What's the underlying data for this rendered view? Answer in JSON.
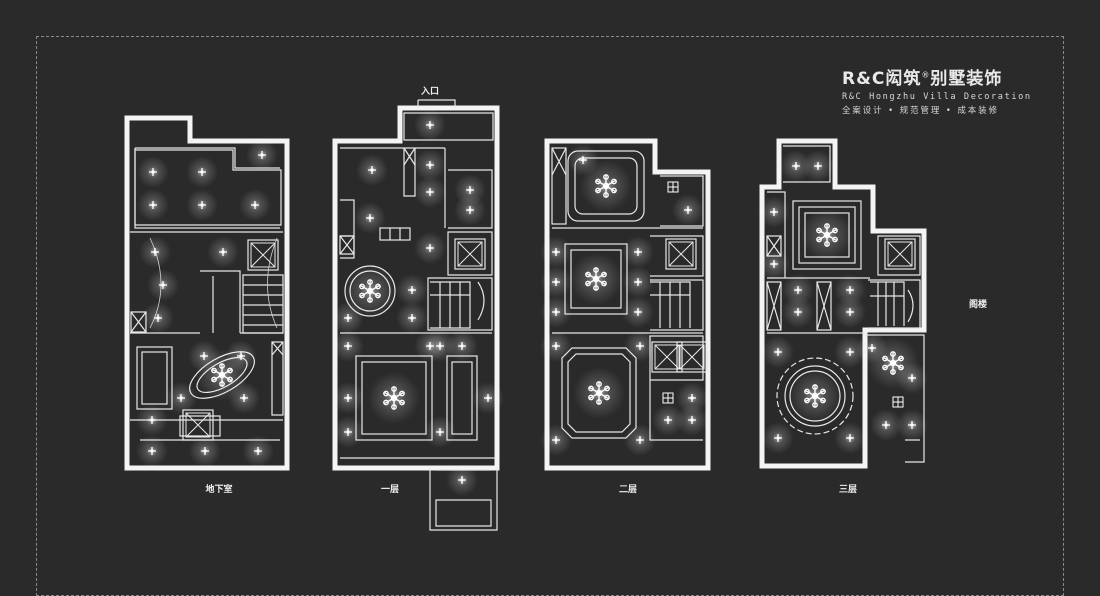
{
  "brand": {
    "title_main": "R&C闳筑",
    "title_mark": "®",
    "title_tail": "别墅装饰",
    "english": "R&C Hongzhu Villa Decoration",
    "slogan": "全案设计 • 规范管理 • 成本装修"
  },
  "floors": [
    {
      "id": "basement",
      "label": "地下室"
    },
    {
      "id": "first",
      "label": "一层"
    },
    {
      "id": "second",
      "label": "二层"
    },
    {
      "id": "third",
      "label": "三层"
    }
  ],
  "entrance_label": "入口",
  "attic_label": "阁楼",
  "colors": {
    "background": "#2b2a2b",
    "line": "#f4f4f4",
    "frame": "#8a8a8a"
  }
}
